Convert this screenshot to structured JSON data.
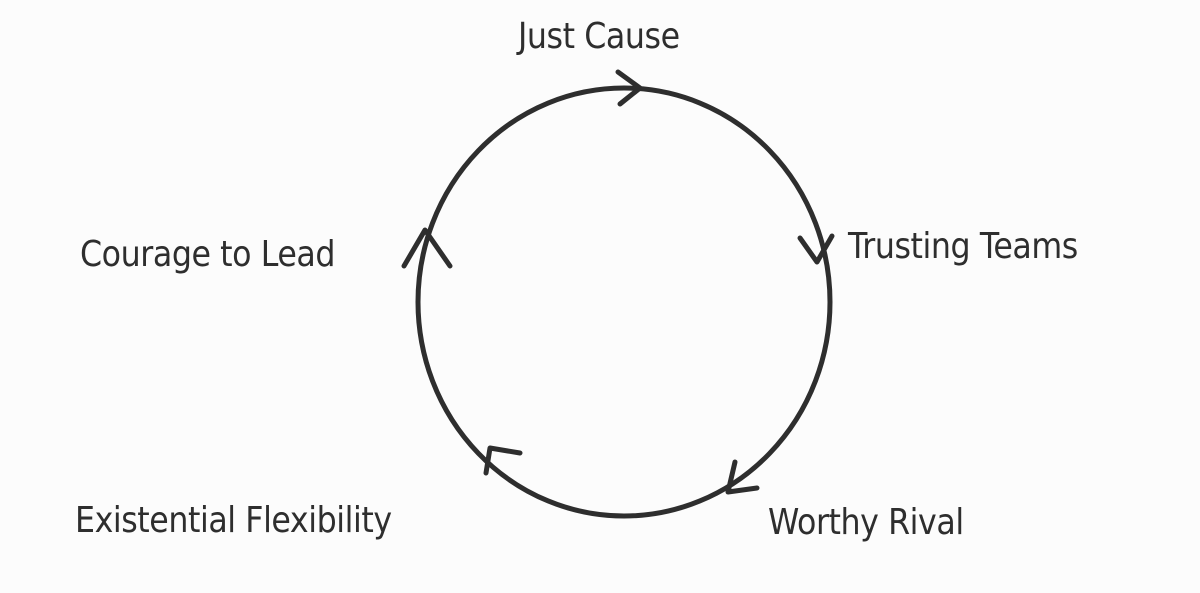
{
  "diagram": {
    "type": "cycle",
    "stroke_color": "#2e2e2e",
    "background": "#fcfcfc",
    "nodes": [
      {
        "label": "Just Cause"
      },
      {
        "label": "Trusting Teams"
      },
      {
        "label": "Worthy Rival"
      },
      {
        "label": "Existential Flexibility"
      },
      {
        "label": "Courage to Lead"
      }
    ],
    "direction": "clockwise"
  }
}
